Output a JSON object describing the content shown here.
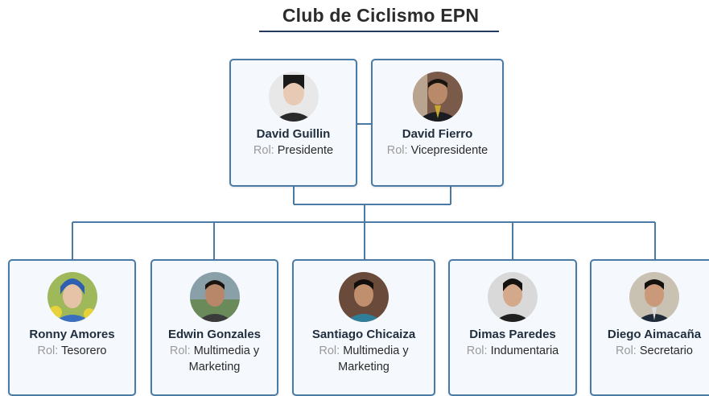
{
  "title": "Club de Ciclismo EPN",
  "role_label": "Rol:",
  "colors": {
    "card_border": "#4a7aa6",
    "card_fill": "#f5f9fd",
    "connector": "#4a7aa6",
    "title_underline": "#243a5e"
  },
  "leaders": [
    {
      "name": "David Guillin",
      "role": "Presidente"
    },
    {
      "name": "David Fierro",
      "role": "Vicepresidente"
    }
  ],
  "members": [
    {
      "name": "Ronny Amores",
      "role": "Tesorero"
    },
    {
      "name": "Edwin Gonzales",
      "role": "Multimedia y Marketing"
    },
    {
      "name": "Santiago Chicaiza",
      "role": "Multimedia y Marketing"
    },
    {
      "name": "Dimas Paredes",
      "role": "Indumentaria"
    },
    {
      "name": "Diego Aimacaña",
      "role": "Secretario"
    }
  ]
}
